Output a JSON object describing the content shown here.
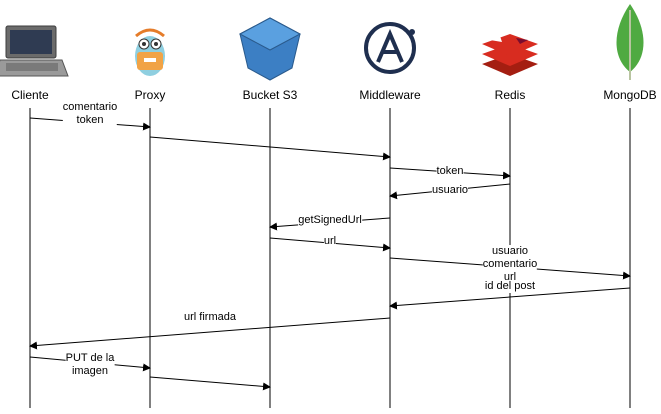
{
  "actors": [
    {
      "key": "cliente",
      "label": "Cliente",
      "icon": "laptop-icon"
    },
    {
      "key": "proxy",
      "label": "Proxy",
      "icon": "gopher-mascot-icon"
    },
    {
      "key": "bucket",
      "label": "Bucket S3",
      "icon": "s3-bucket-icon"
    },
    {
      "key": "middleware",
      "label": "Middleware",
      "icon": "middleware-logo-icon"
    },
    {
      "key": "redis",
      "label": "Redis",
      "icon": "redis-logo-icon"
    },
    {
      "key": "mongodb",
      "label": "MongoDB",
      "icon": "mongodb-leaf-icon"
    }
  ],
  "messages": [
    {
      "from": "cliente",
      "to": "proxy",
      "label": "comentario\ntoken"
    },
    {
      "from": "proxy",
      "to": "middleware",
      "label": ""
    },
    {
      "from": "middleware",
      "to": "redis",
      "label": "token"
    },
    {
      "from": "redis",
      "to": "middleware",
      "label": "usuario"
    },
    {
      "from": "middleware",
      "to": "bucket",
      "label": "getSignedUrl"
    },
    {
      "from": "bucket",
      "to": "middleware",
      "label": "url"
    },
    {
      "from": "middleware",
      "to": "mongodb",
      "label": "usuario\ncomentario\nurl"
    },
    {
      "from": "mongodb",
      "to": "middleware",
      "label": "id del post"
    },
    {
      "from": "middleware",
      "to": "cliente",
      "label": "url firmada"
    },
    {
      "from": "cliente",
      "to": "proxy",
      "label": "PUT de la\nimagen"
    },
    {
      "from": "proxy",
      "to": "bucket",
      "label": ""
    }
  ],
  "colors": {
    "line": "#000000",
    "s3": "#3c7fc4",
    "middleware": "#1f2f4f",
    "redis": "#d82c20",
    "mongodb": "#4faa41"
  }
}
